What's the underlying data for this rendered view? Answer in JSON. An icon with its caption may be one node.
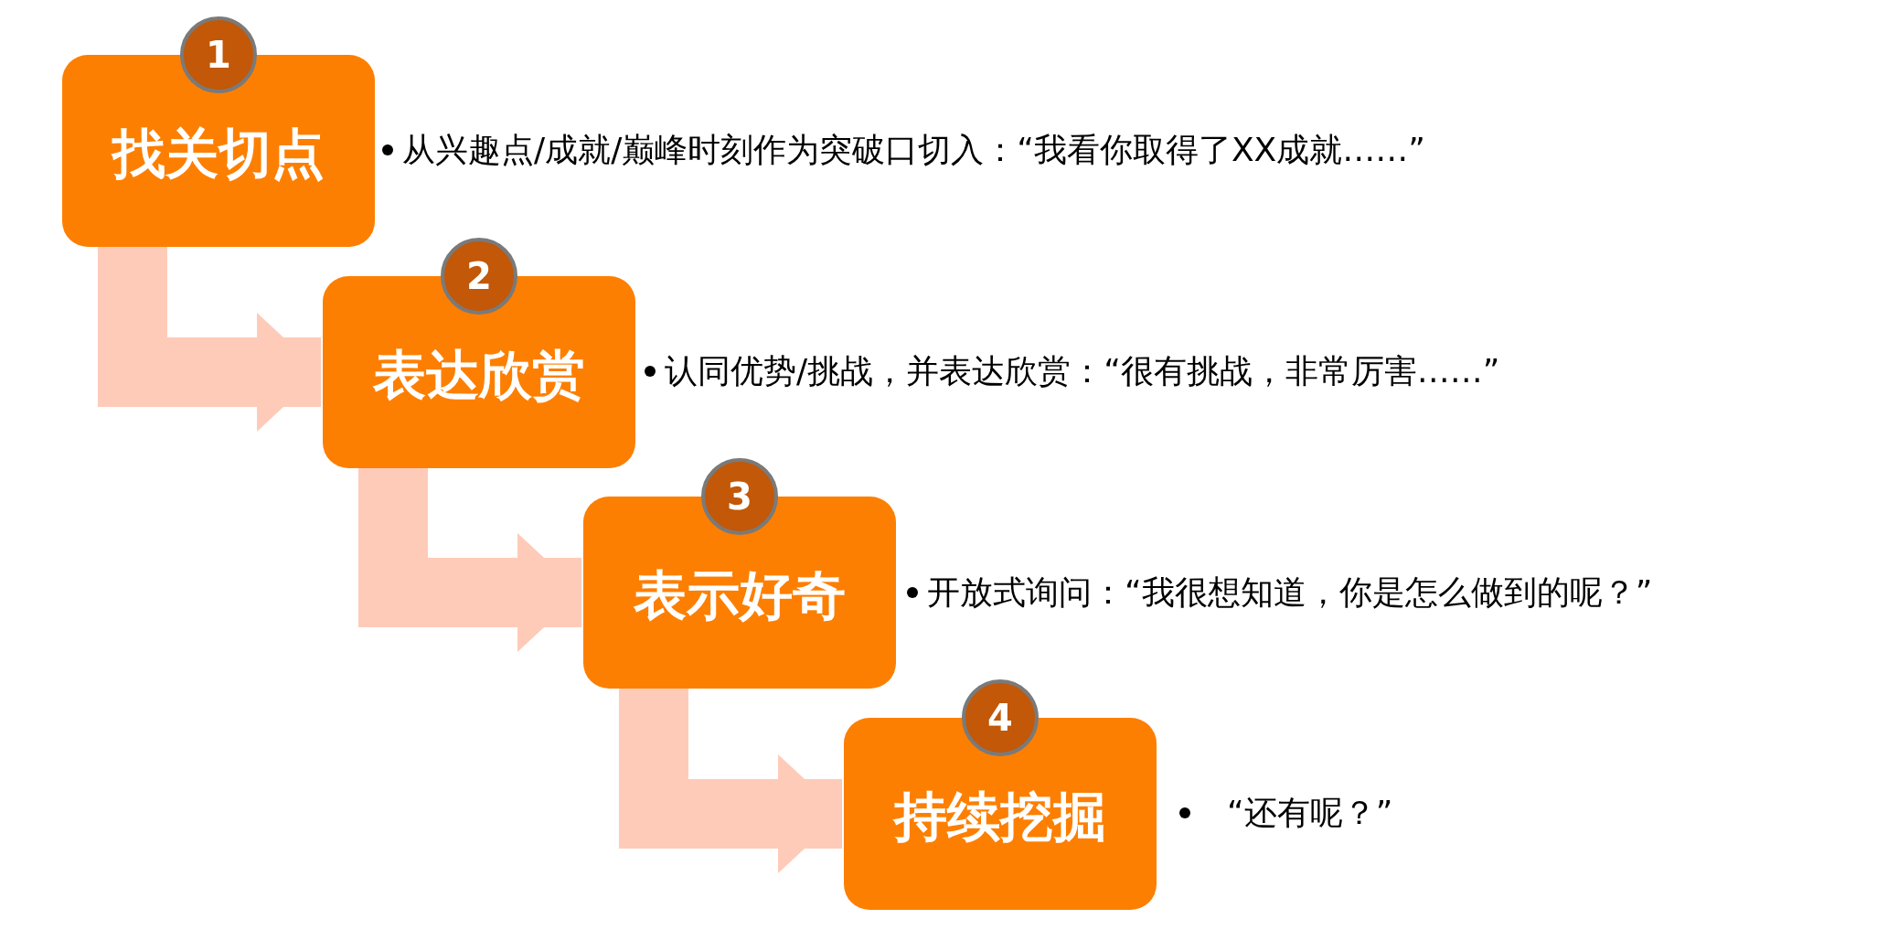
{
  "diagram": {
    "nodes": [
      {
        "text": [
          "1",
          "找关切点"
        ],
        "beside": [
          "从兴趣点/成就/巅峰时刻作为突破口切入：“我看你取得了XX成就……”"
        ]
      },
      {
        "text": [
          "2",
          "表达欣赏"
        ],
        "beside": [
          "认同优势/挑战，并表达欣赏：“很有挑战，非常厉害……”"
        ]
      },
      {
        "text": [
          "3",
          "表示好奇"
        ],
        "beside": [
          "开放式询问：“我很想知道，你是怎么做到的呢？”"
        ]
      },
      {
        "text": [
          "4",
          "持续挖掘"
        ],
        "beside": [
          "“还有呢？”"
        ]
      }
    ],
    "edges": [
      {
        "from": 0,
        "to": 1,
        "arrow": "to"
      },
      {
        "from": 1,
        "to": 2,
        "arrow": "to"
      },
      {
        "from": 2,
        "to": 3,
        "arrow": "to"
      }
    ]
  }
}
